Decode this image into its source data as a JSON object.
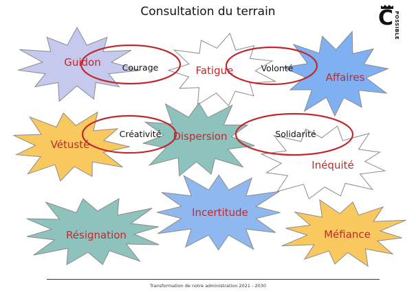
{
  "title": "Consultation du terrain",
  "footer": "Transformation de notre administration 2021 - 2030",
  "logo": {
    "letter": "C",
    "word": "POSSIBLE"
  },
  "stars": [
    {
      "label": "Guidon",
      "fill": "#c5c9ee",
      "text_color": "#c0282d"
    },
    {
      "label": "Fatigue",
      "fill": "#ffffff",
      "text_color": "#c0282d"
    },
    {
      "label": "Affaires",
      "fill": "#7fb0f2",
      "text_color": "#c0282d"
    },
    {
      "label": "Vétusté",
      "fill": "#f9c85e",
      "text_color": "#c0282d"
    },
    {
      "label": "Dispersion",
      "fill": "#8ec3bd",
      "text_color": "#c0282d"
    },
    {
      "label": "Inéquité",
      "fill": "#ffffff",
      "text_color": "#c0282d"
    },
    {
      "label": "Résignation",
      "fill": "#8ec3bd",
      "text_color": "#c0282d"
    },
    {
      "label": "Incertitude",
      "fill": "#8fb8f0",
      "text_color": "#c0282d"
    },
    {
      "label": "Méfiance",
      "fill": "#f9c85e",
      "text_color": "#c0282d"
    }
  ],
  "ovals": [
    {
      "label": "Courage",
      "stroke": "#c0282d",
      "text_color": "#111111"
    },
    {
      "label": "Volonté",
      "stroke": "#c0282d",
      "text_color": "#111111"
    },
    {
      "label": "Créativité",
      "stroke": "#c0282d",
      "text_color": "#111111"
    },
    {
      "label": "Solidarité",
      "stroke": "#c0282d",
      "text_color": "#111111"
    }
  ]
}
